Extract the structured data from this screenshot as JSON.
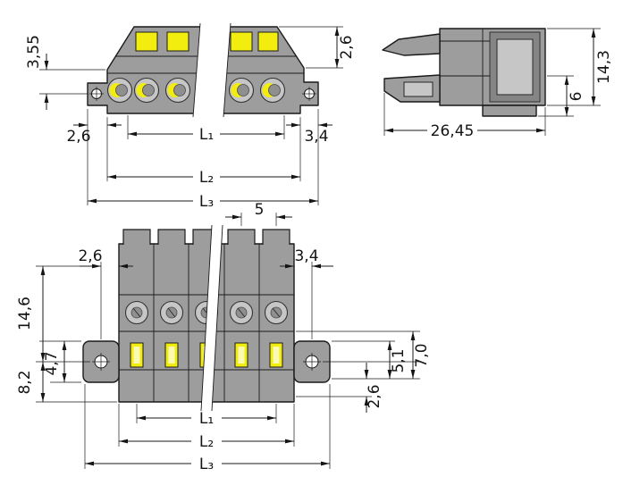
{
  "colors": {
    "body_gray": "#9d9d9d",
    "body_dark": "#858585",
    "body_light": "#c6c6c6",
    "accent_yellow": "#f2ed0e",
    "line_black": "#1a1a1a",
    "background": "#ffffff"
  },
  "views": {
    "top_front": {
      "dims": {
        "d_3_55": "3,55",
        "d_2_6_left": "2,6",
        "d_2_6_right": "2,6",
        "d_3_4": "3,4",
        "l1": "L₁",
        "l2": "L₂",
        "l3": "L₃"
      }
    },
    "top_side": {
      "dims": {
        "d_26_45": "26,45",
        "d_14_3": "14,3",
        "d_6": "6"
      }
    },
    "bottom_front": {
      "dims": {
        "d_5": "5",
        "d_2_6_left": "2,6",
        "d_3_4": "3,4",
        "d_14_6": "14,6",
        "d_8_2": "8,2",
        "d_4_7": "4,7",
        "d_5_1": "5,1",
        "d_7_0": "7,0",
        "d_2_6_right": "2,6",
        "l1": "L₁",
        "l2": "L₂",
        "l3": "L₃"
      }
    }
  }
}
